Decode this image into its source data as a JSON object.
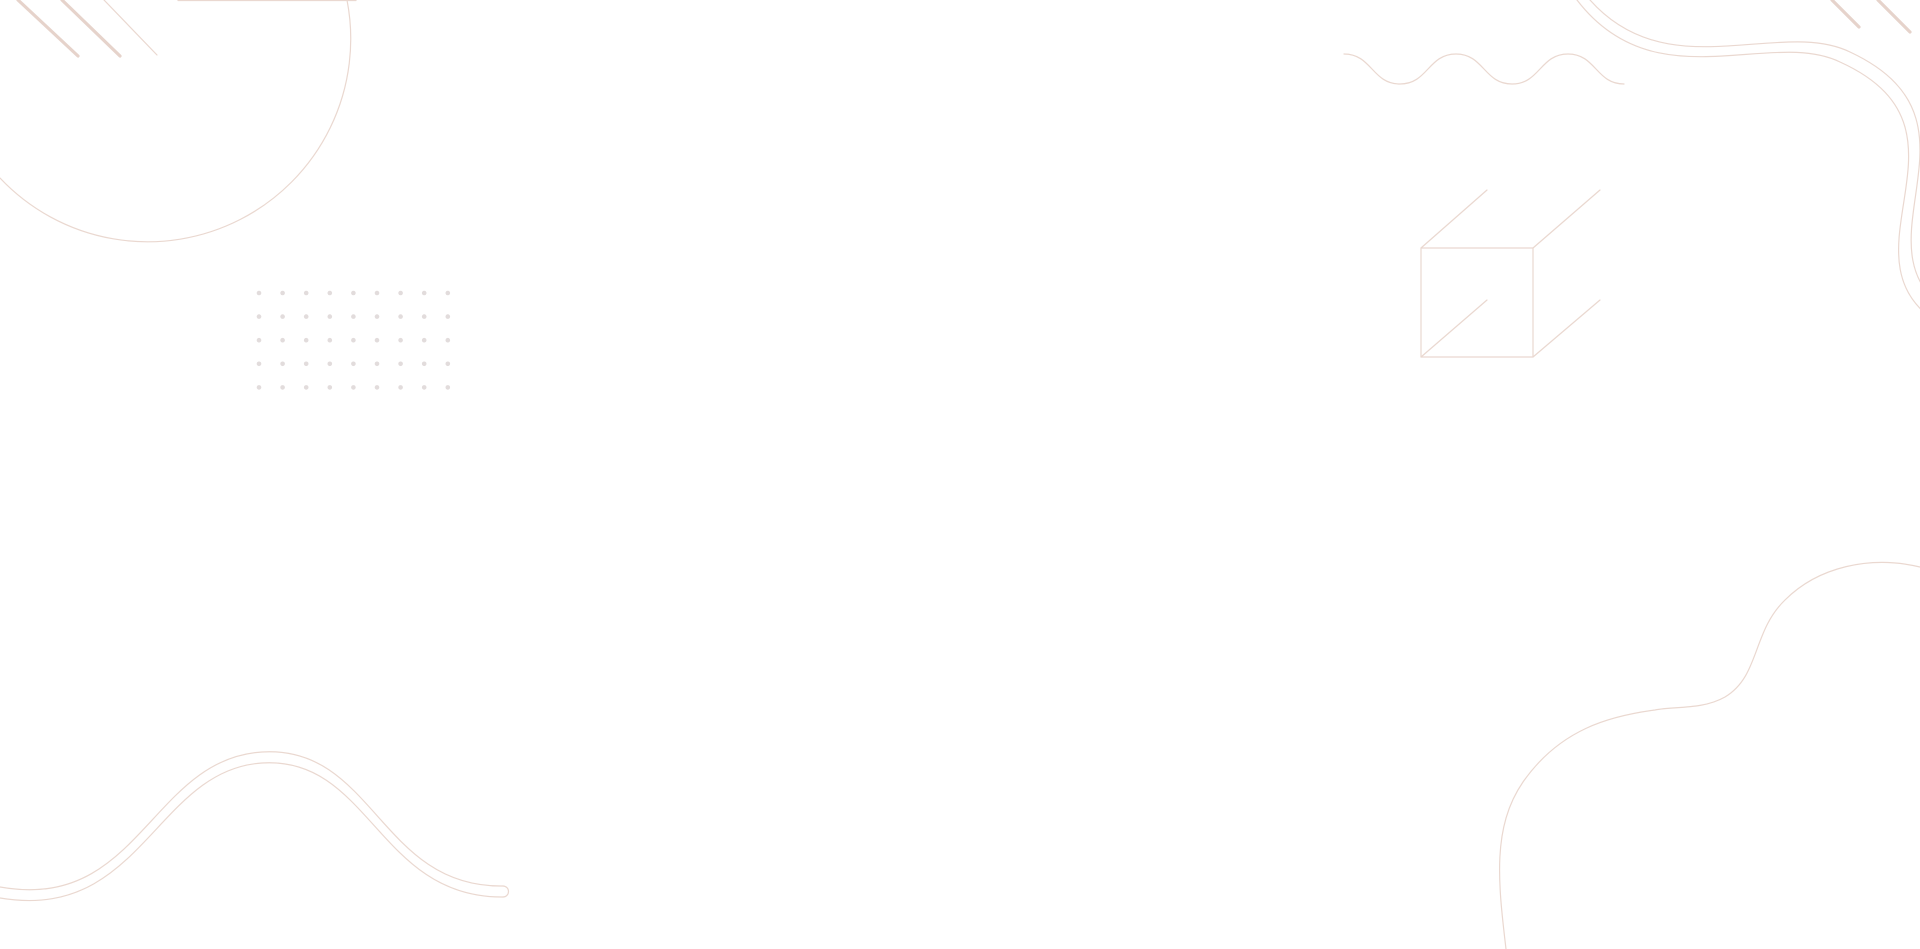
{
  "background": {
    "color": "#ffffff",
    "decoration_stroke": "#ead8d0",
    "decoration_stroke_strong": "#e6d3cb",
    "dot_color": "#e2dcdc"
  },
  "decorations": [
    "circle-outline",
    "diagonal-stripes",
    "dot-grid",
    "double-wave-line",
    "small-wave-line",
    "cube-wireframe",
    "double-curve-line",
    "blob-outline"
  ]
}
